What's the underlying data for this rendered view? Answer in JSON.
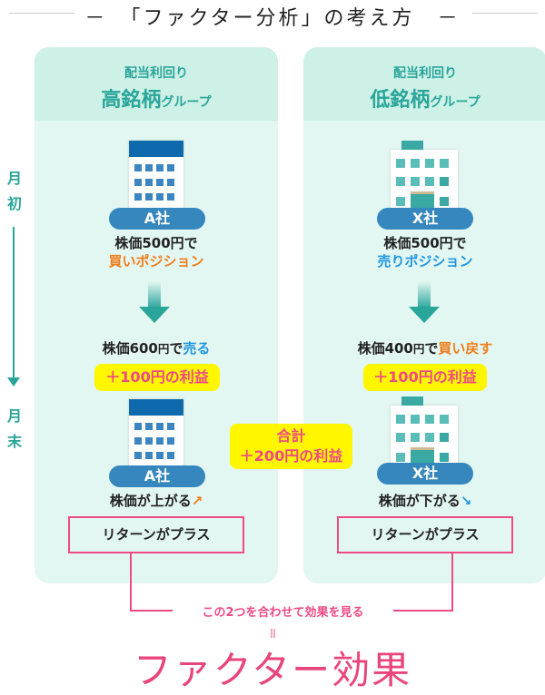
{
  "title": "「ファクター分析」の考え方",
  "axis": {
    "start": [
      "月",
      "初"
    ],
    "end": [
      "月",
      "末"
    ]
  },
  "left": {
    "subtitle": "配当利回り",
    "group": "高銘柄",
    "group_suffix": "グループ",
    "company": "A社",
    "start_line1": "株価500円で",
    "start_line2": "買いポジション",
    "end_prefix": "株価600",
    "end_yen": "円",
    "end_de": "で",
    "end_action": "売る",
    "profit": "＋100円の利益",
    "trend": "株価が上がる",
    "return": "リターンがプラス"
  },
  "right": {
    "subtitle": "配当利回り",
    "group": "低銘柄",
    "group_suffix": "グループ",
    "company": "X社",
    "start_line1": "株価500円で",
    "start_line2": "売りポジション",
    "end_prefix": "株価400",
    "end_yen": "円",
    "end_de": "で",
    "end_action": "買い戻す",
    "profit": "＋100円の利益",
    "trend": "株価が下がる",
    "return": "リターンがプラス"
  },
  "total": {
    "label": "合計",
    "value": "＋200円の利益"
  },
  "combine": "この2つを合わせて効果を見る",
  "equals": "＝",
  "result": "ファクター効果",
  "colors": {
    "teal": "#2aa59a",
    "orange": "#f07d1a",
    "blue": "#2196e0",
    "pink": "#ee4a86",
    "yellow": "#fff600"
  }
}
